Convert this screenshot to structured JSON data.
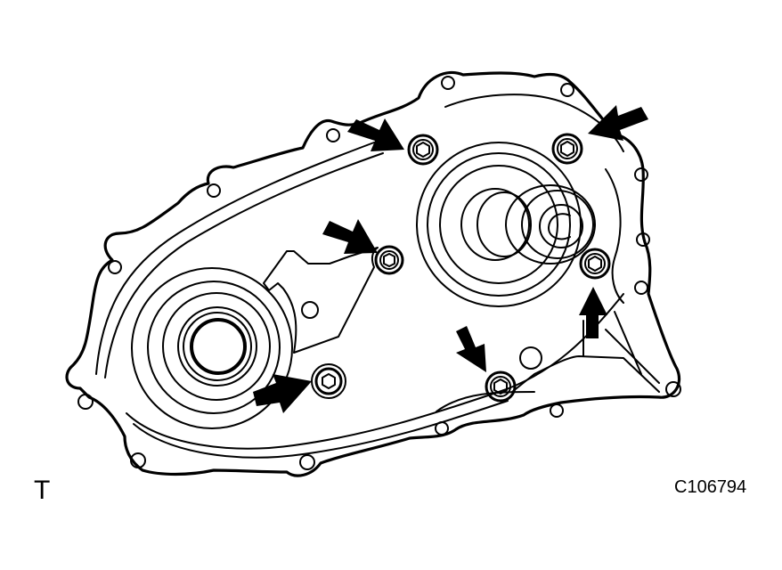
{
  "figure": {
    "view_code": "T",
    "figure_id": "C106794",
    "subject": "transfer case cover with bolts indicated",
    "ink_color": "#000000",
    "background": "#ffffff"
  },
  "callouts": [
    {
      "id": "arrow-bolt-top-left",
      "bolt": [
        475,
        168
      ],
      "direction": "down-right"
    },
    {
      "id": "arrow-bolt-top-right",
      "bolt": [
        637,
        167
      ],
      "direction": "down-left"
    },
    {
      "id": "arrow-bolt-middle",
      "bolt": [
        437,
        292
      ],
      "direction": "down-right"
    },
    {
      "id": "arrow-bolt-right",
      "bolt": [
        668,
        296
      ],
      "direction": "up"
    },
    {
      "id": "arrow-bolt-lower-left",
      "bolt": [
        369,
        428
      ],
      "direction": "right-up"
    },
    {
      "id": "arrow-bolt-bottom",
      "bolt": [
        562,
        434
      ],
      "direction": "down"
    }
  ]
}
